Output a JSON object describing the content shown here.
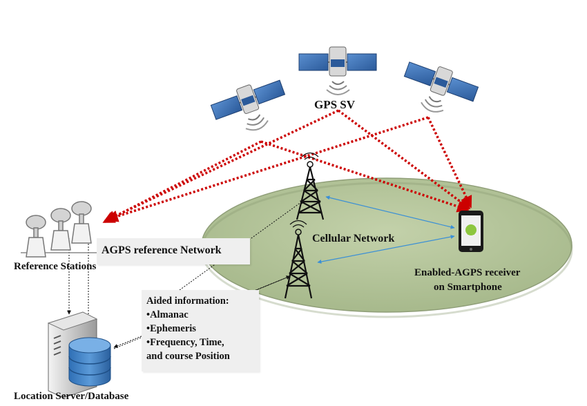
{
  "labels": {
    "gps_sv": "GPS SV",
    "cellular_network": "Cellular Network",
    "agps_reference_network": "AGPS reference Network",
    "reference_stations": "Reference Stations",
    "receiver_line1": "Enabled-AGPS  receiver",
    "receiver_line2": "on Smartphone",
    "location_server": "Location Server/Database"
  },
  "aided_info": {
    "title": "Aided information:",
    "items": [
      "•Almanac",
      "•Ephemeris",
      "•Frequency, Time,",
      "and course Position"
    ]
  },
  "colors": {
    "gps_link": "#cc0000",
    "cell_link": "#3a8fd6",
    "ground": "#b5c49c",
    "info_box": "#efefef",
    "solar_panel": "#3b6fb3",
    "satellite_body": "#d8d8d8"
  },
  "icons": [
    "satellite-icon",
    "cell-tower-icon",
    "smartphone-icon",
    "gps-antenna-icon",
    "server-icon",
    "database-icon"
  ]
}
